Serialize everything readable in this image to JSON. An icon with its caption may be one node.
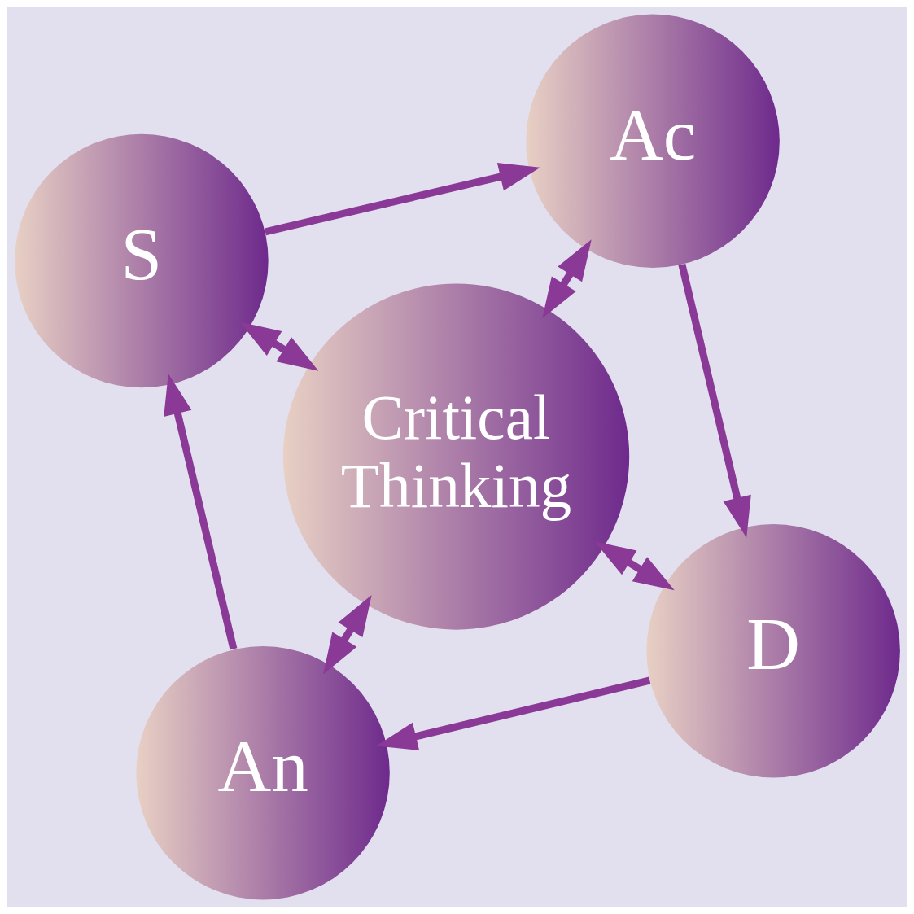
{
  "diagram": {
    "nodes": [
      {
        "text": [
          "Critical Thinking"
        ]
      },
      {
        "text": [
          "D"
        ]
      },
      {
        "text": [
          "An"
        ]
      },
      {
        "text": [
          "S"
        ]
      },
      {
        "text": [
          "Ac"
        ]
      }
    ],
    "edges": [
      {
        "from": 1,
        "to": 2,
        "arrow": "to"
      },
      {
        "from": 2,
        "to": 3,
        "arrow": "to"
      },
      {
        "from": 3,
        "to": 4,
        "arrow": "to"
      },
      {
        "from": 4,
        "to": 1,
        "arrow": "to"
      },
      {
        "from": 0,
        "to": 1,
        "arrow": "both"
      },
      {
        "from": 0,
        "to": 2,
        "arrow": "both"
      },
      {
        "from": 0,
        "to": 3,
        "arrow": "both"
      },
      {
        "from": 0,
        "to": 4,
        "arrow": "both"
      }
    ]
  }
}
